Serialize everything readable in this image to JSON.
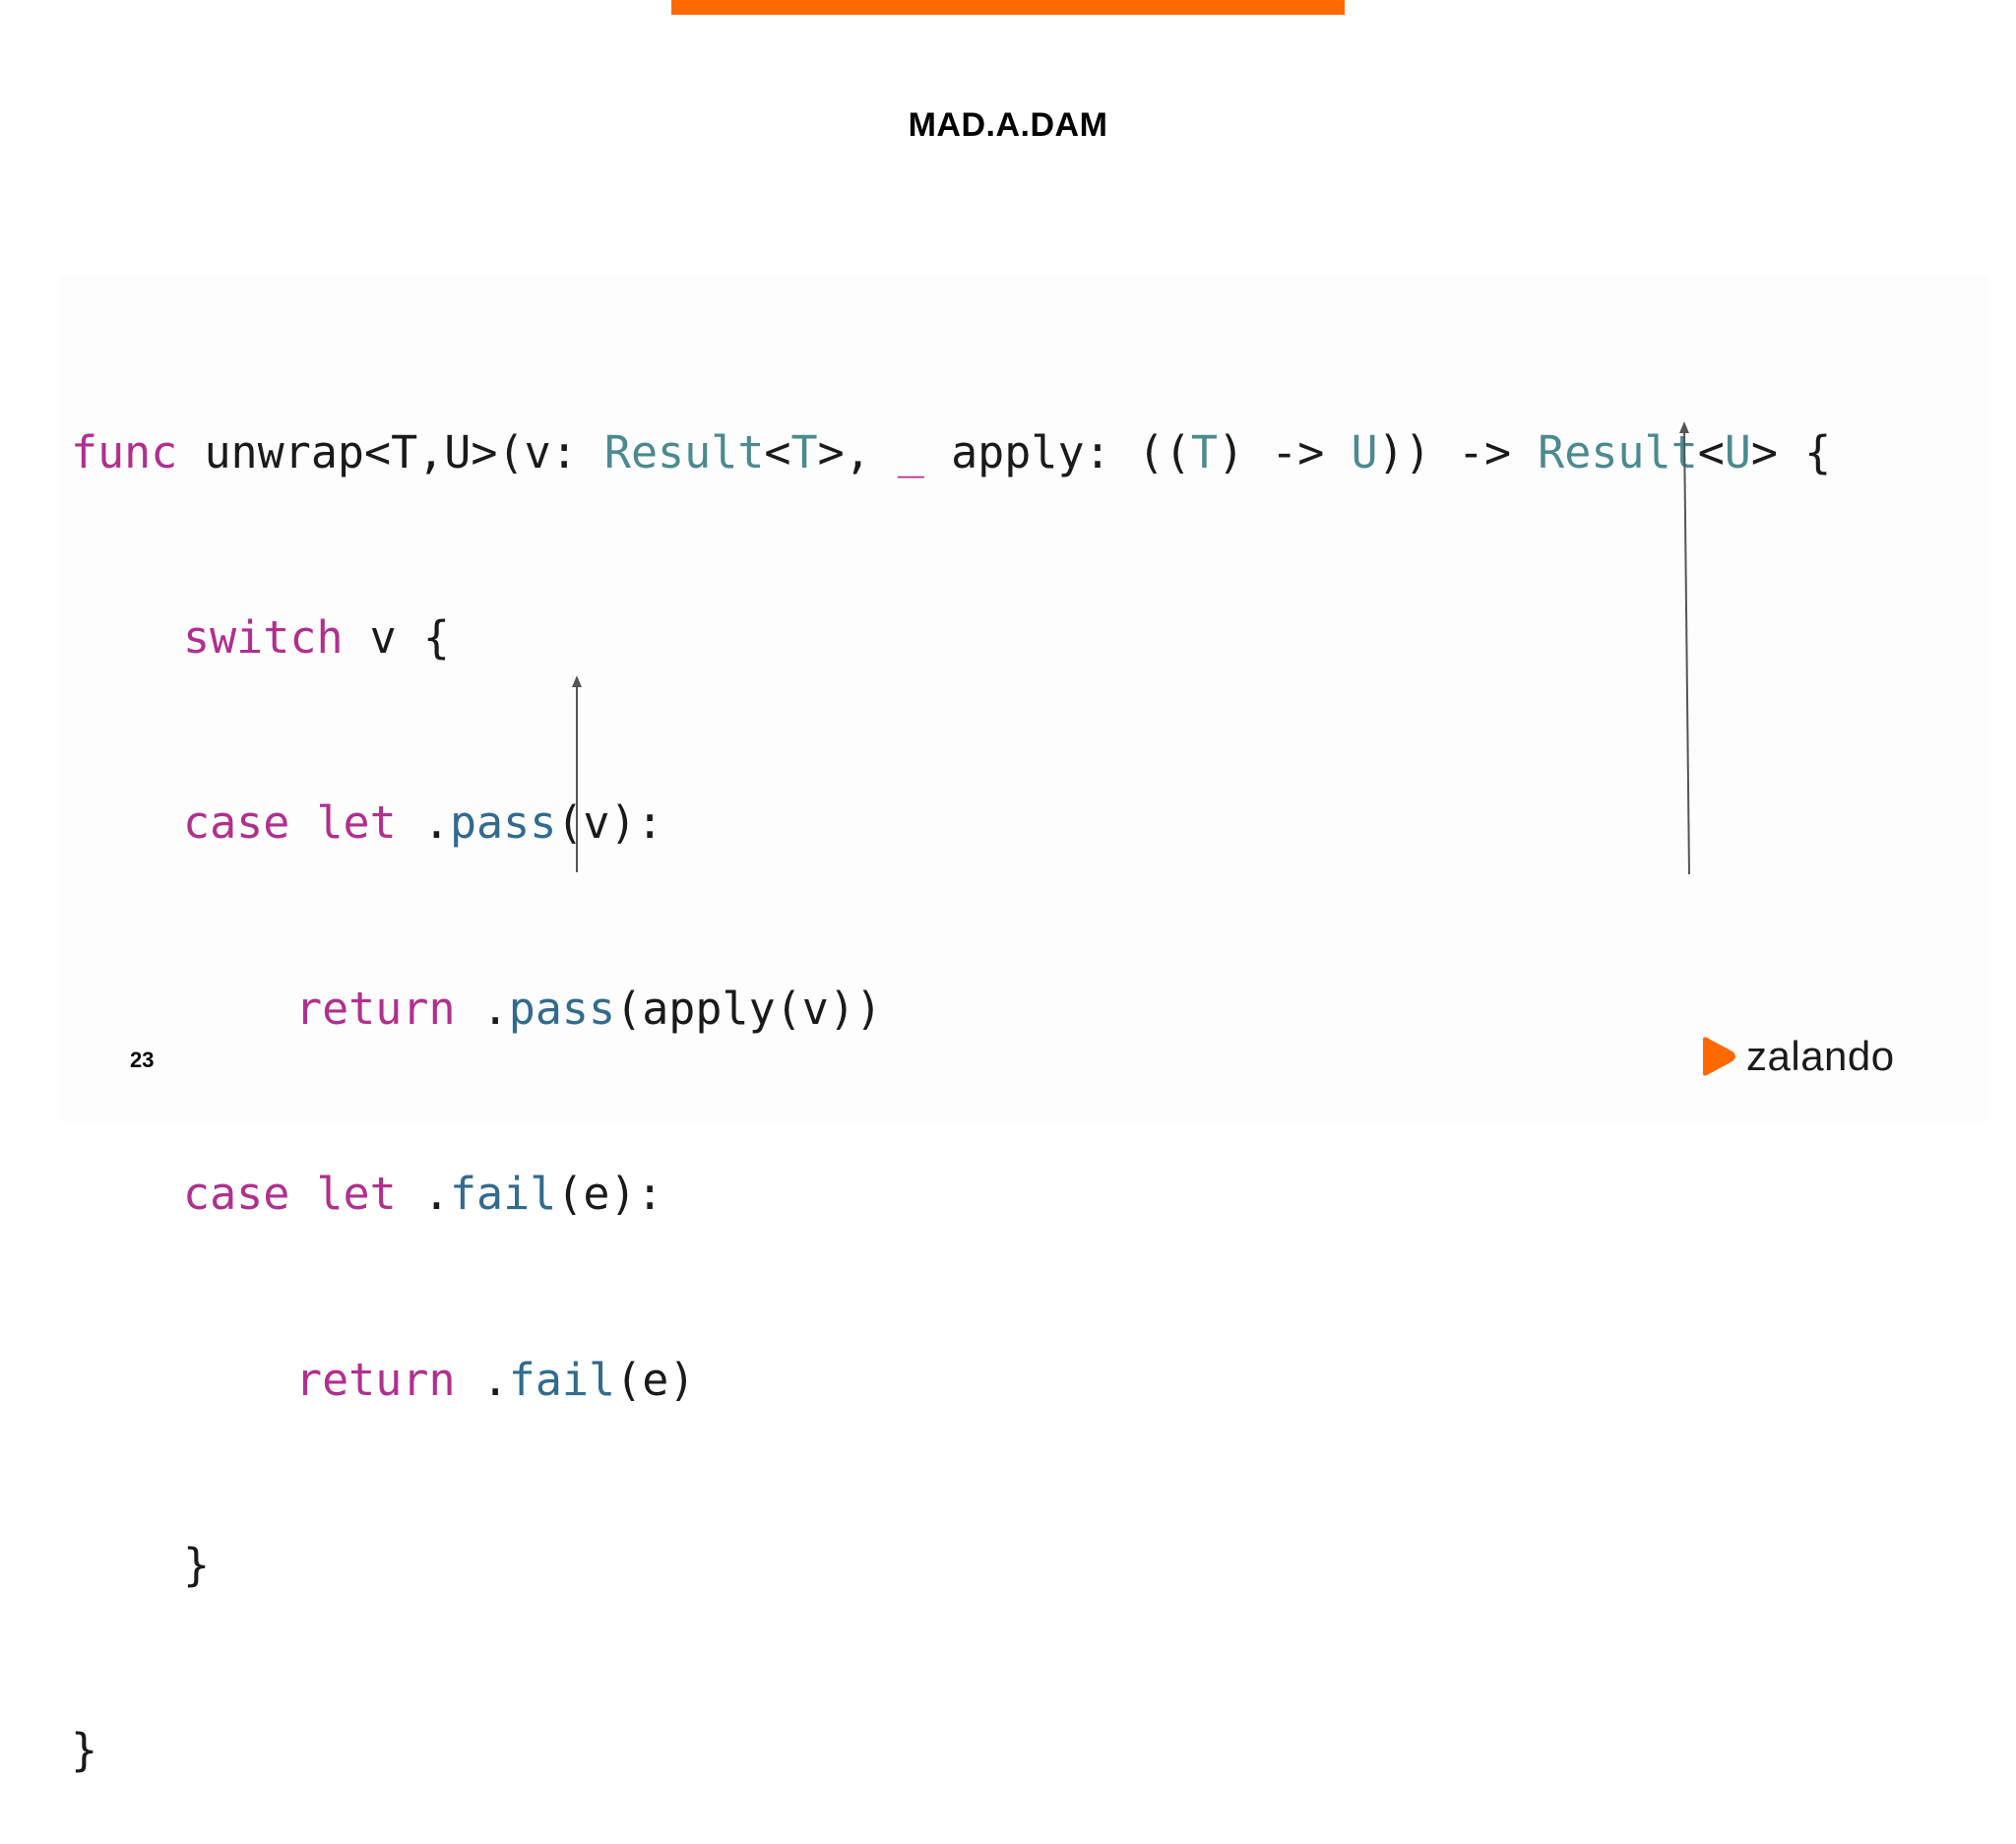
{
  "slide": {
    "title": "MAD.A.DAM",
    "page_number": "23",
    "accent_color": "#ff6900"
  },
  "code": {
    "line1": {
      "t1": "func",
      "t2": " unwrap<T,U>(v: ",
      "t3": "Result",
      "t4": "<",
      "t5": "T",
      "t6": ">, ",
      "t7": "_",
      "t8": " apply: ((",
      "t9": "T",
      "t10": ") -> ",
      "t11": "U",
      "t12": ")) -> ",
      "t13": "Result",
      "t14": "<",
      "t15": "U",
      "t16": "> {"
    },
    "line2": {
      "t1": "switch",
      "t2": " v {"
    },
    "line3": {
      "t1": "case let",
      "t2": " .",
      "t3": "pass",
      "t4": "(v):"
    },
    "line4": {
      "t1": "return",
      "t2": " .",
      "t3": "pass",
      "t4": "(apply(v))"
    },
    "line5": {
      "t1": "case let",
      "t2": " .",
      "t3": "fail",
      "t4": "(e):"
    },
    "line6": {
      "t1": "return",
      "t2": " .",
      "t3": "fail",
      "t4": "(e)"
    },
    "line7": {
      "t1": "}"
    },
    "line8": {
      "t1": "}"
    },
    "colors": {
      "keyword": "#b0308e",
      "type": "#4b8a8f",
      "member": "#326b8e",
      "text": "#1a1a1a"
    }
  },
  "annotations": {
    "arrow_color": "#555555",
    "arrows": [
      "arrow-up-icon",
      "arrow-up-icon"
    ]
  },
  "brand": {
    "name": "zalando",
    "logo_icon": "zalando-flag-icon",
    "logo_color": "#ff6900"
  }
}
